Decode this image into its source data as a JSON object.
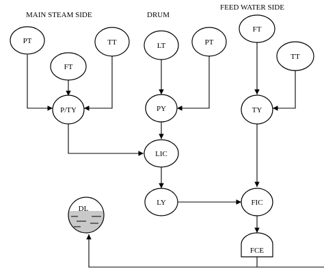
{
  "headers": {
    "main_steam": "MAIN STEAM SIDE",
    "drum": "DRUM",
    "feed_water": "FEED WATER SIDE"
  },
  "nodes": {
    "ms_pt": "PT",
    "ms_ft": "FT",
    "ms_tt": "TT",
    "pty": "P/TY",
    "drum_lt": "LT",
    "drum_pt": "PT",
    "py": "PY",
    "lic": "LIC",
    "ly": "LY",
    "fw_ft": "FT",
    "fw_tt": "TT",
    "ty": "TY",
    "fic": "FIC",
    "fce": "FCE",
    "dl": "DL"
  },
  "colors": {
    "line": "#000000",
    "background": "#ffffff",
    "drum_level_fill": "#c9c9c9"
  }
}
